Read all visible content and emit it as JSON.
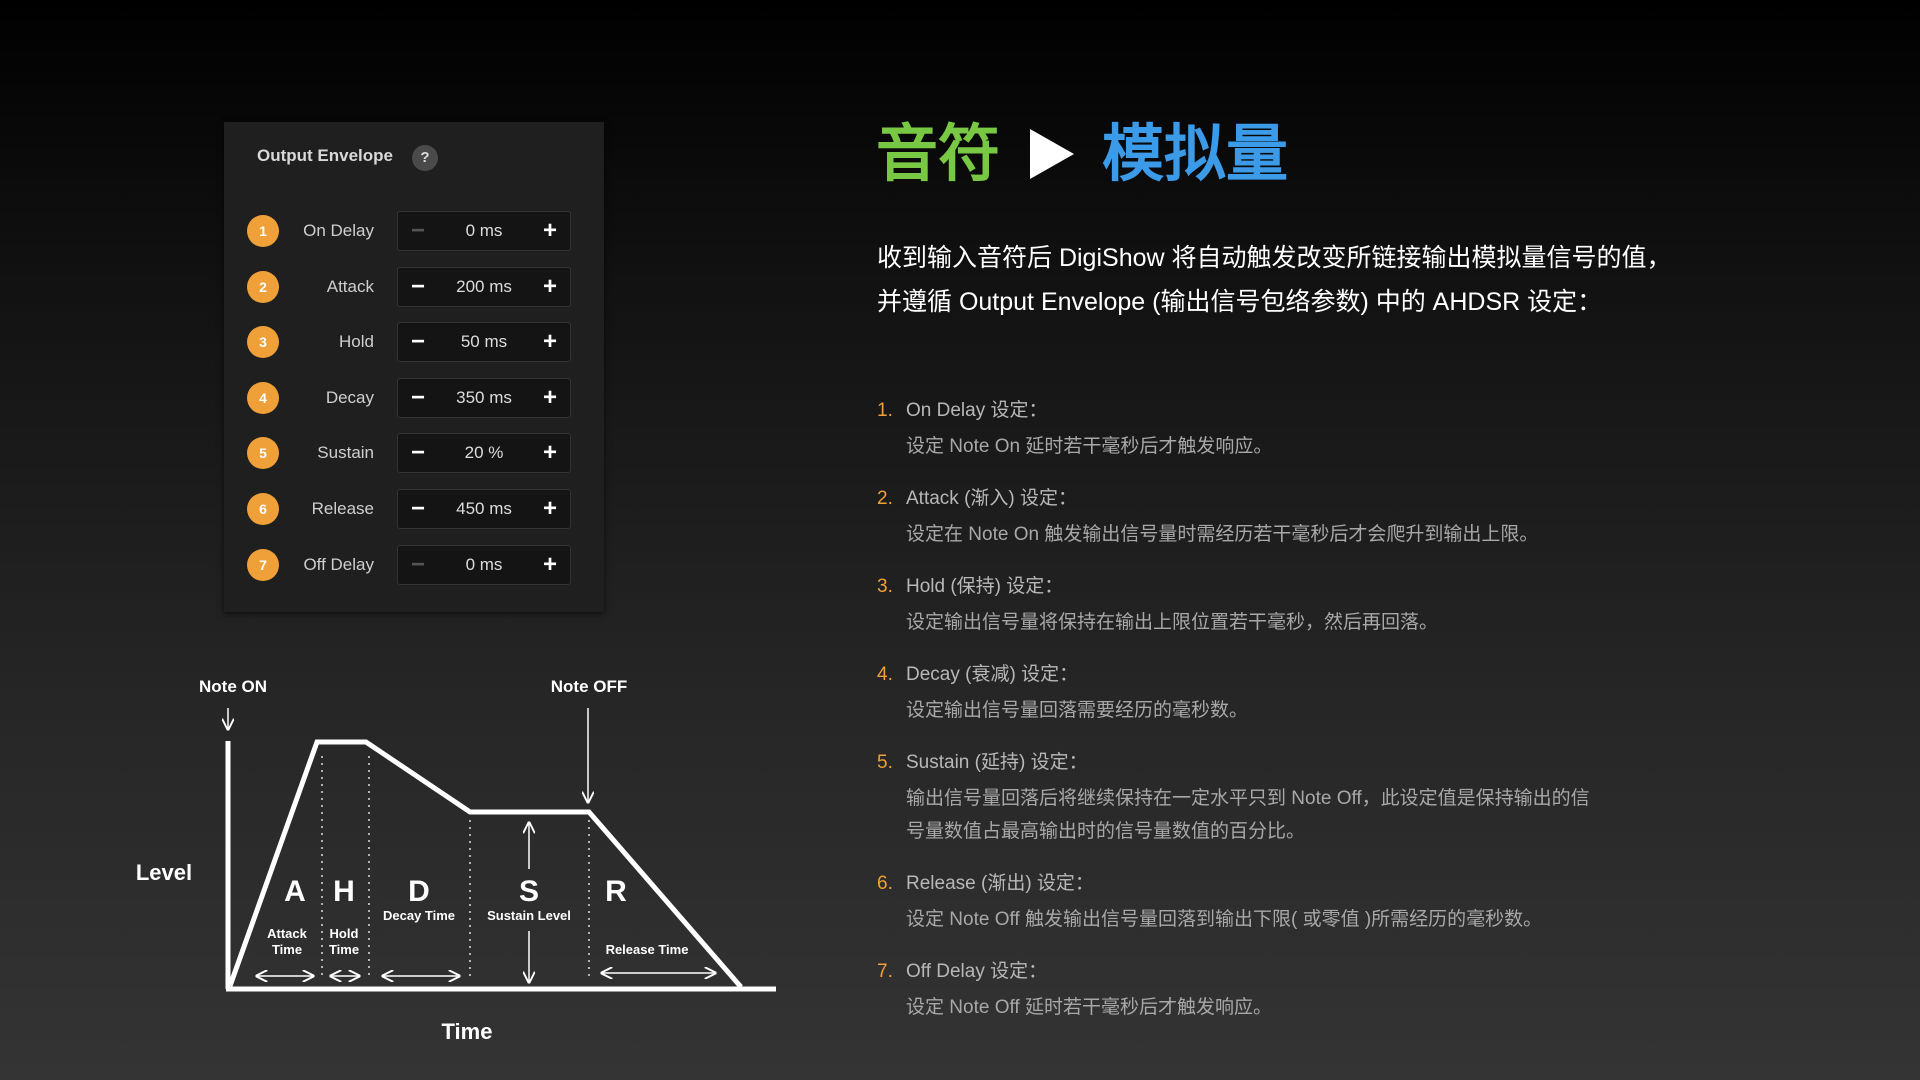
{
  "panel": {
    "title": "Output Envelope",
    "help": "?",
    "rows": [
      {
        "num": "1",
        "label": "On Delay",
        "value": "0 ms"
      },
      {
        "num": "2",
        "label": "Attack",
        "value": "200 ms"
      },
      {
        "num": "3",
        "label": "Hold",
        "value": "50 ms"
      },
      {
        "num": "4",
        "label": "Decay",
        "value": "350 ms"
      },
      {
        "num": "5",
        "label": "Sustain",
        "value": "20 %"
      },
      {
        "num": "6",
        "label": "Release",
        "value": "450 ms"
      },
      {
        "num": "7",
        "label": "Off Delay",
        "value": "0 ms"
      }
    ],
    "minus": "−",
    "plus": "+"
  },
  "diagram": {
    "note_on": "Note ON",
    "note_off": "Note OFF",
    "level": "Level",
    "time": "Time",
    "a": "A",
    "h": "H",
    "d": "D",
    "s": "S",
    "r": "R",
    "attack_1": "Attack",
    "attack_2": "Time",
    "hold_1": "Hold",
    "hold_2": "Time",
    "decay": "Decay Time",
    "sustain": "Sustain Level",
    "release": "Release Time"
  },
  "heading": {
    "left": "音符",
    "right": "模拟量"
  },
  "intro": [
    "收到输入音符后 DigiShow 将自动触发改变所链接输出模拟量信号的值，",
    "并遵循 Output Envelope (输出信号包络参数) 中的 AHDSR 设定："
  ],
  "items": [
    {
      "n": "1.",
      "h": "On Delay 设定：",
      "d": [
        "设定 Note On 延时若干毫秒后才触发响应。"
      ]
    },
    {
      "n": "2.",
      "h": "Attack (渐入) 设定：",
      "d": [
        "设定在 Note On 触发输出信号量时需经历若干毫秒后才会爬升到输出上限。"
      ]
    },
    {
      "n": "3.",
      "h": "Hold (保持) 设定：",
      "d": [
        "设定输出信号量将保持在输出上限位置若干毫秒，然后再回落。"
      ]
    },
    {
      "n": "4.",
      "h": "Decay (衰减) 设定：",
      "d": [
        "设定输出信号量回落需要经历的毫秒数。"
      ]
    },
    {
      "n": "5.",
      "h": "Sustain (延持) 设定：",
      "d": [
        "输出信号量回落后将继续保持在一定水平只到 Note Off，此设定值是保持输出的信",
        "号量数值占最高输出时的信号量数值的百分比。"
      ]
    },
    {
      "n": "6.",
      "h": "Release (渐出) 设定：",
      "d": [
        "设定 Note Off 触发输出信号量回落到输出下限( 或零值 )所需经历的毫秒数。"
      ]
    },
    {
      "n": "7.",
      "h": "Off Delay 设定：",
      "d": [
        "设定 Note Off 延时若干毫秒后才触发响应。"
      ]
    }
  ]
}
